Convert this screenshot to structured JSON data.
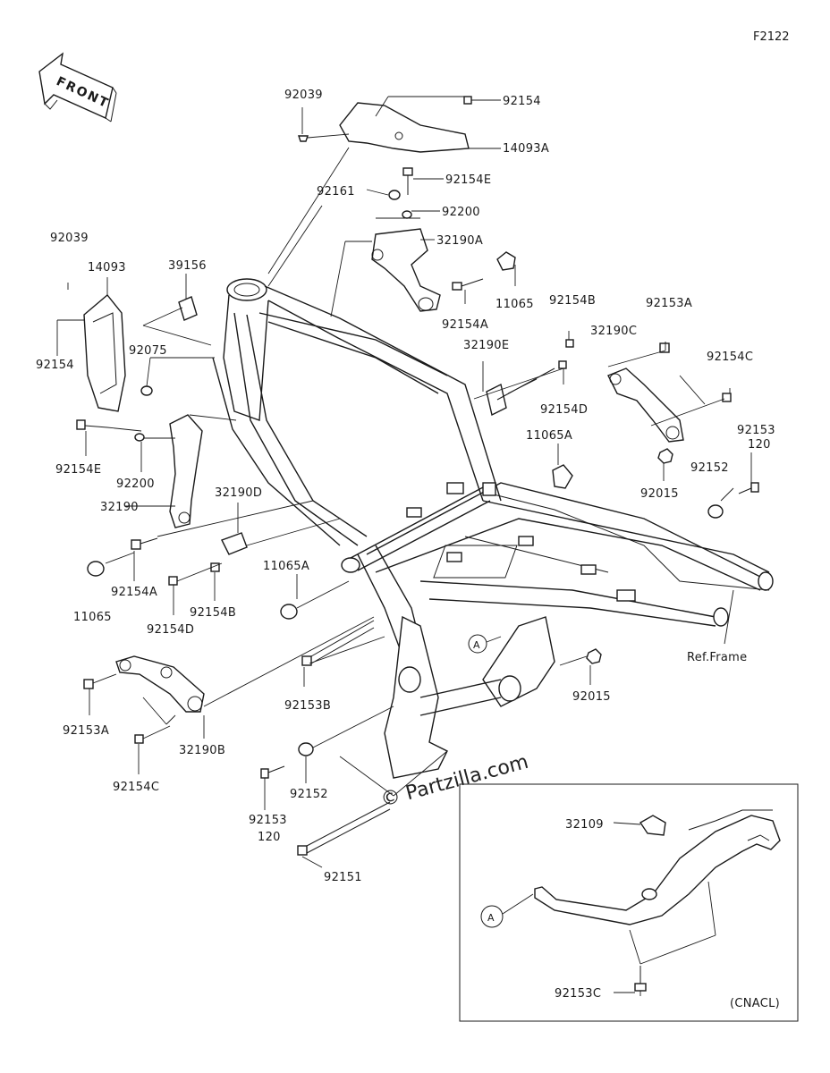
{
  "figure_code": "F2122",
  "front_arrow_label": "FRONT",
  "ref_label": "Ref.Frame",
  "watermark": "© Partzilla.com",
  "inset_variant": "(CNACL)",
  "callout_marker": "A",
  "part_labels": {
    "p92039_top": "92039",
    "p92154_top": "92154",
    "p14093A": "14093A",
    "p92154E_top": "92154E",
    "p92161": "92161",
    "p92200_top": "92200",
    "p32190A": "32190A",
    "p92039_left": "92039",
    "p14093": "14093",
    "p39156": "39156",
    "p11065_top": "11065",
    "p92154A_top": "92154A",
    "p92154B_top": "92154B",
    "p92153A_top": "92153A",
    "p92075": "92075",
    "p92154_left": "92154",
    "p32190E": "32190E",
    "p32190C": "32190C",
    "p92154C_right": "92154C",
    "p92154D_right": "92154D",
    "p92154E_left": "92154E",
    "p92200_left": "92200",
    "p11065A_right": "11065A",
    "p92153_right": "92153",
    "p120_right": "120",
    "p32190": "32190",
    "p32190D": "32190D",
    "p92015_right": "92015",
    "p92152_right": "92152",
    "p11065A_left": "11065A",
    "p92154A_left": "92154A",
    "p11065_left": "11065",
    "p92154B_left": "92154B",
    "p92154D_left": "92154D",
    "p92153B": "92153B",
    "p92015_lower": "92015",
    "p92153A_left": "92153A",
    "p32190B": "32190B",
    "p92154C_left": "92154C",
    "p92152_lower": "92152",
    "p92153_lower": "92153",
    "p120_lower": "120",
    "p92151": "92151",
    "p32109": "32109",
    "p92153C": "92153C"
  }
}
